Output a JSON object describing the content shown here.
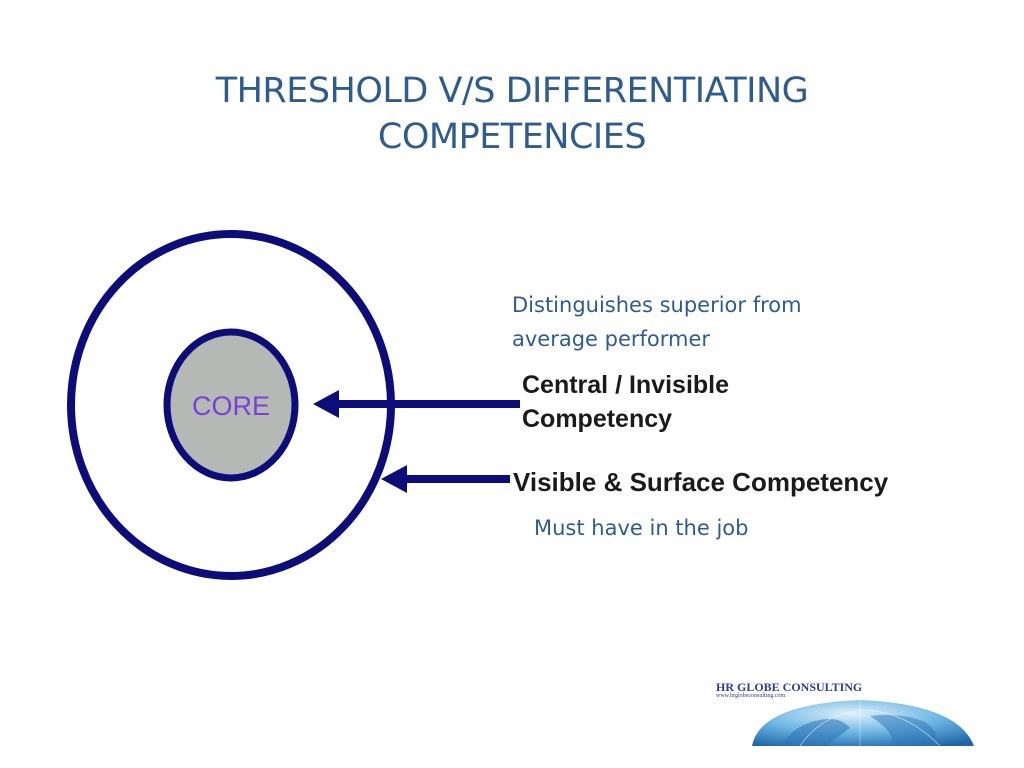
{
  "slide": {
    "title_line1": "THRESHOLD V/S DIFFERENTIATING",
    "title_line2": "COMPETENCIES"
  },
  "diagram": {
    "core_label": "CORE",
    "outer_note_top_line1": "Distinguishes  superior from",
    "outer_note_top_line2": "average performer",
    "central_label_line1": "Central / Invisible",
    "central_label_line2": "Competency",
    "visible_label": "Visible & Surface Competency",
    "must_have_note": "Must have in the job"
  },
  "logo": {
    "name": "HR GLOBE CONSULTING",
    "url": "www.hrglobeconsulting.com"
  },
  "colors": {
    "title": "#2e5c8f",
    "ring": "#0d0d7a",
    "core_fill": "#b5b9b6",
    "core_text": "#7a3fd6"
  }
}
